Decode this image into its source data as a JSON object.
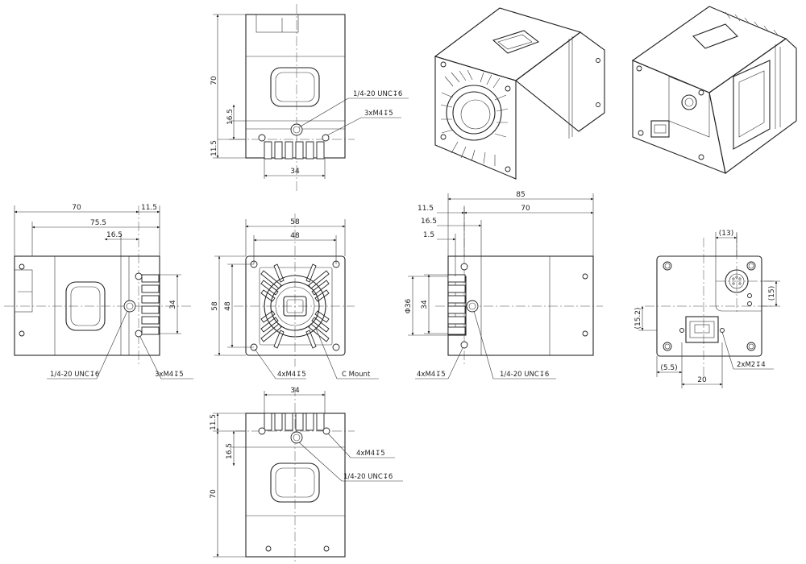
{
  "dimensions": {
    "top_height": "70",
    "top_16_5": "16.5",
    "top_11_5": "11.5",
    "top_width": "34",
    "left_70": "70",
    "left_75_5": "75.5",
    "left_16_5": "16.5",
    "left_11_5": "11.5",
    "left_34": "34",
    "front_58_w": "58",
    "front_48_w": "48",
    "front_58_h": "58",
    "front_48_h": "48",
    "right_85": "85",
    "right_70": "70",
    "right_11_5": "11.5",
    "right_16_5": "16.5",
    "right_1_5": "1.5",
    "right_dia36": "Φ36",
    "right_34": "34",
    "back_13": "(13)",
    "back_15": "(15)",
    "back_15_2": "(15.2)",
    "back_5_5": "(5.5)",
    "back_20": "20",
    "bottom_34": "34",
    "bottom_11_5": "11.5",
    "bottom_16_5": "16.5",
    "bottom_70": "70"
  },
  "callouts": {
    "top_tripod": "1/4-20 UNC↧6",
    "top_m4": "3xM4↧5",
    "left_tripod": "1/4-20 UNC↧6",
    "left_m4": "3xM4↧5",
    "front_m4": "4xM4↧5",
    "front_mount": "C Mount",
    "right_m4": "4xM4↧5",
    "right_tripod": "1/4-20 UNC↧6",
    "back_m2": "2xM2↧4",
    "bottom_m4": "4xM4↧5",
    "bottom_tripod": "1/4-20 UNC↧6"
  },
  "colors": {
    "line": "#222222",
    "background": "#ffffff"
  }
}
